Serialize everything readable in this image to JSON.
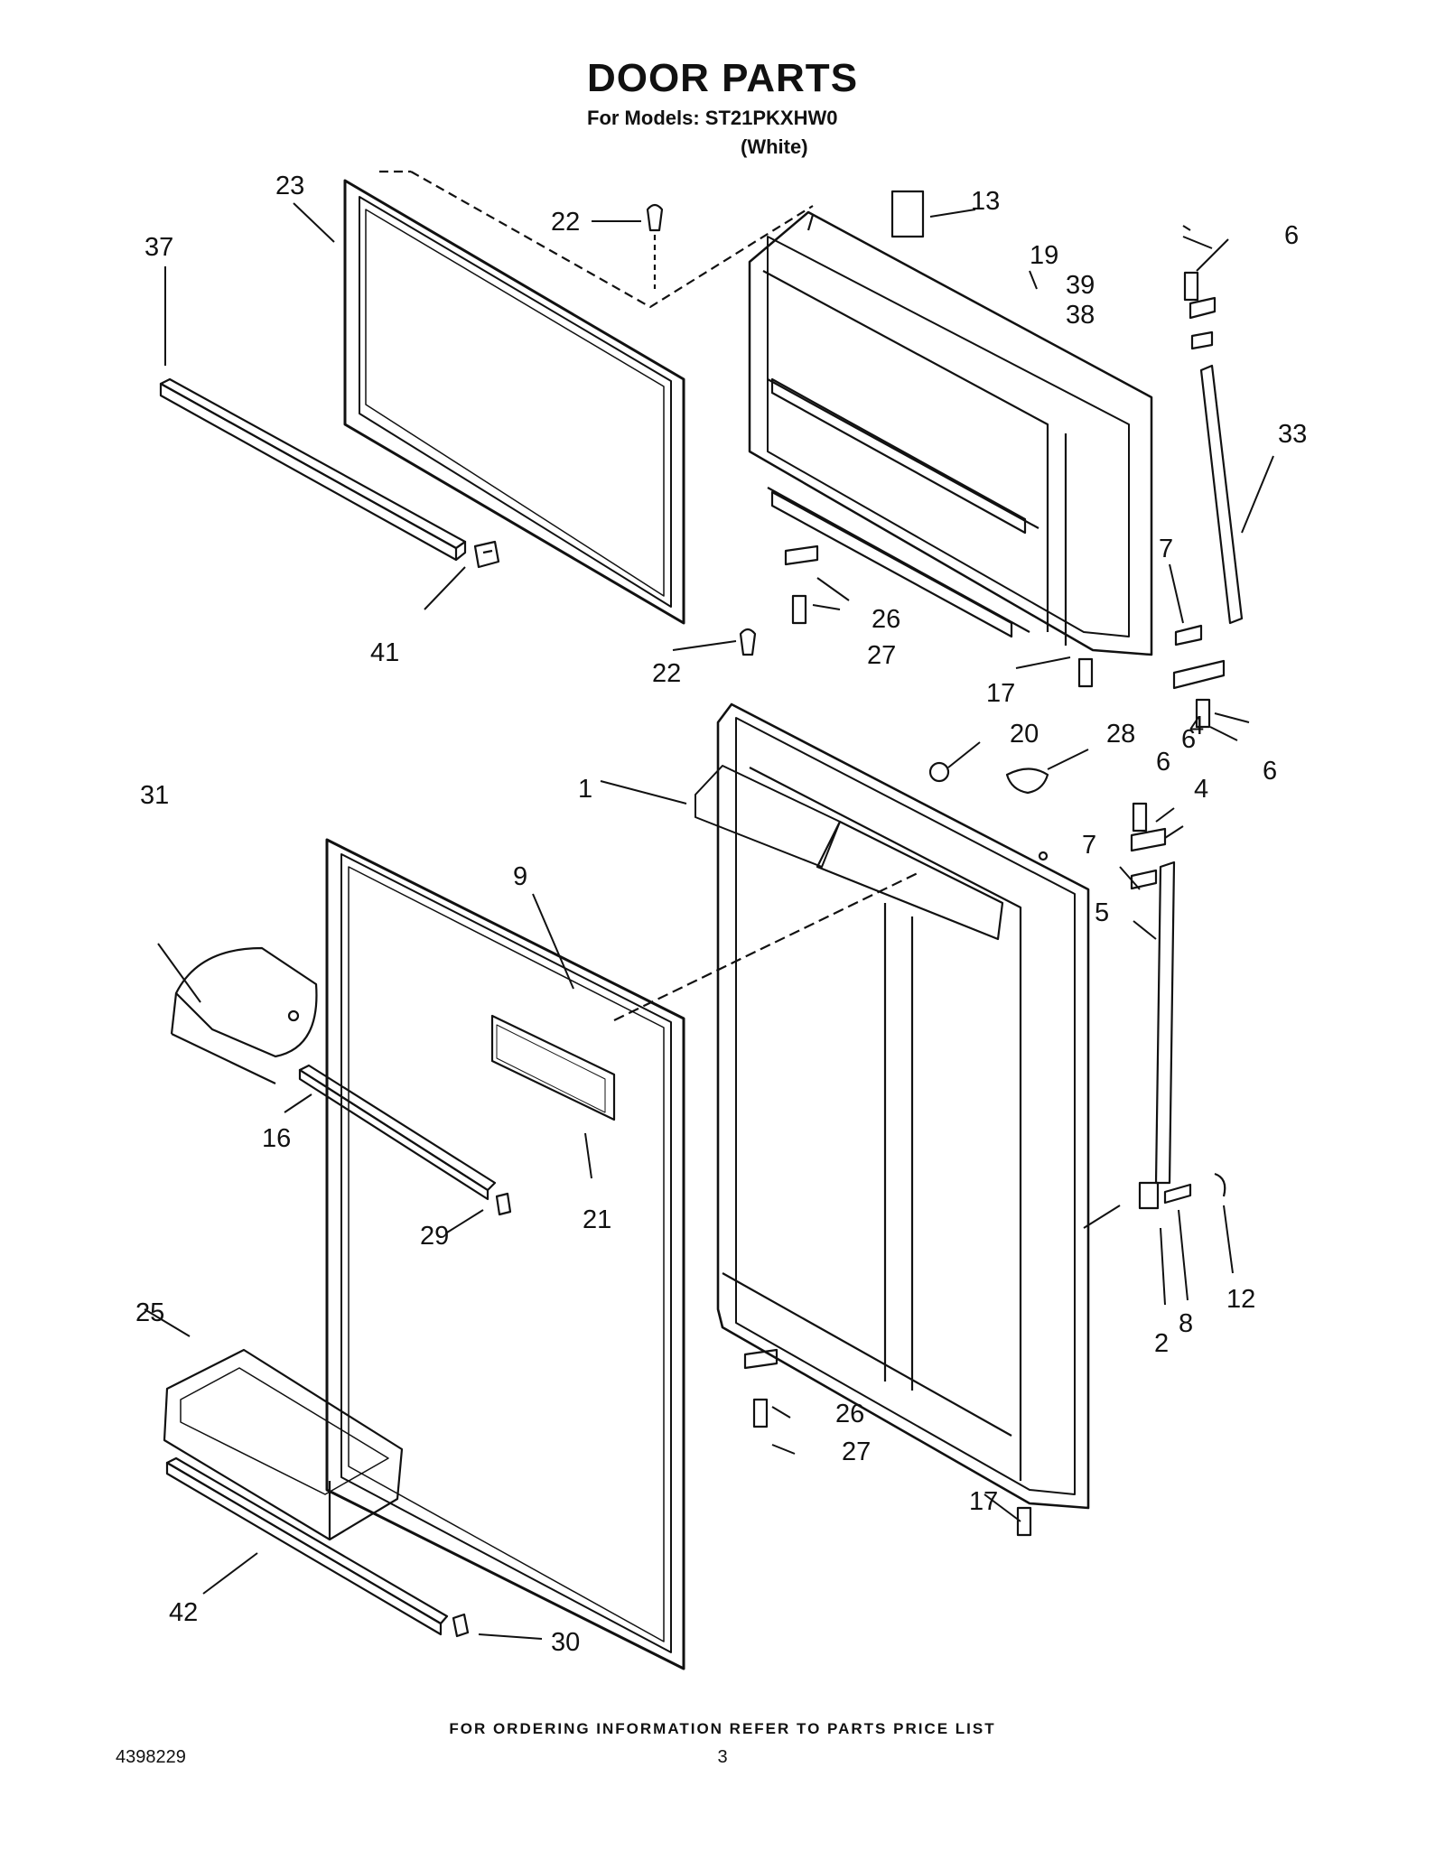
{
  "header": {
    "title": "DOOR PARTS",
    "models_line": "For Models: ST21PKXHW0",
    "color_line": "(White)"
  },
  "callouts": [
    "1",
    "2",
    "4",
    "4",
    "5",
    "6",
    "6",
    "6",
    "6",
    "7",
    "7",
    "8",
    "9",
    "12",
    "13",
    "16",
    "17",
    "17",
    "19",
    "20",
    "21",
    "22",
    "22",
    "23",
    "25",
    "26",
    "26",
    "27",
    "27",
    "28",
    "29",
    "30",
    "31",
    "33",
    "37",
    "38",
    "39",
    "41",
    "42"
  ],
  "footer": {
    "ordering_note": "FOR ORDERING INFORMATION REFER TO PARTS PRICE LIST",
    "document_number": "4398229",
    "page_number": "3"
  }
}
